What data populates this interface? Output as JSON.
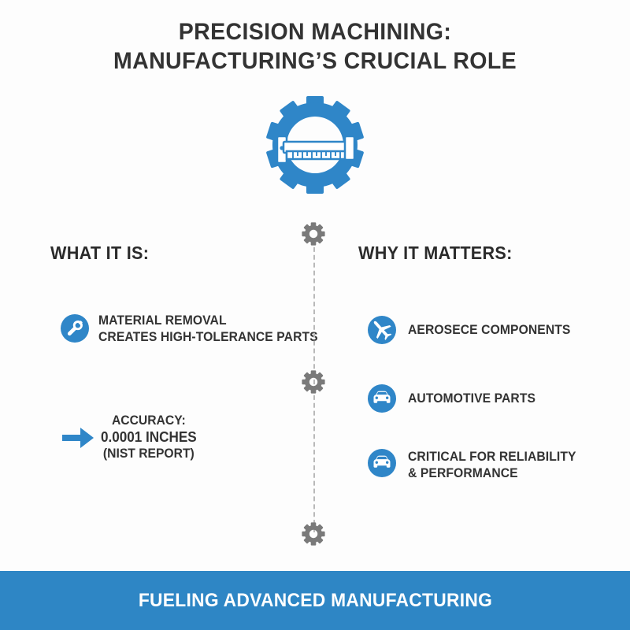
{
  "page": {
    "background_color": "#fdfdfd",
    "accent_blue": "#2e86c5",
    "icon_blue": "#2f86c8",
    "text_dark": "#333333",
    "spine_gray": "#7a7a7a"
  },
  "title": {
    "line1": "PRECISION MACHINING:",
    "line2": "MANUFACTURING’S CRUCIAL ROLE"
  },
  "hero": {
    "icon": "gear-caliper-icon"
  },
  "left_column": {
    "heading": "WHAT IT IS:",
    "items": [
      {
        "icon": "wrench-icon",
        "text": "MATERIAL REMOVAL\nCREATES HIGH-TOLERANCE PARTS"
      },
      {
        "icon": "arrow-right-icon",
        "label": "ACCURACY:",
        "value": "0.0001 INCHES",
        "source": "(NIST REPORT)"
      }
    ]
  },
  "right_column": {
    "heading": "WHY IT MATTERS:",
    "items": [
      {
        "icon": "airplane-icon",
        "text": "AEROSECE COMPONENTS"
      },
      {
        "icon": "car-icon",
        "text": "AUTOMOTIVE PARTS"
      },
      {
        "icon": "car-icon",
        "text": "CRITICAL FOR RELIABILITY\n& PERFORMANCE"
      }
    ]
  },
  "spine": {
    "node_icon": "gear-icon",
    "node_count": 3
  },
  "footer": {
    "text": "FUELING ADVANCED MANUFACTURING",
    "background_color": "#2e86c5"
  }
}
